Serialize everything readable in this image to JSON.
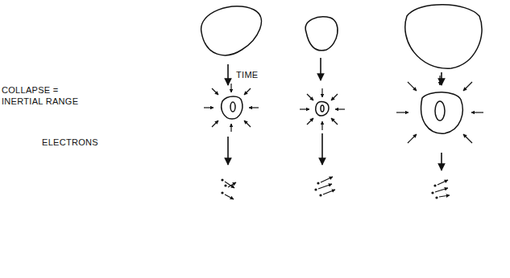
{
  "diagram": {
    "labels": [
      "TIME",
      "COLLAPSE = INERTIAL RANGE",
      "ELECTRONS"
    ]
  }
}
